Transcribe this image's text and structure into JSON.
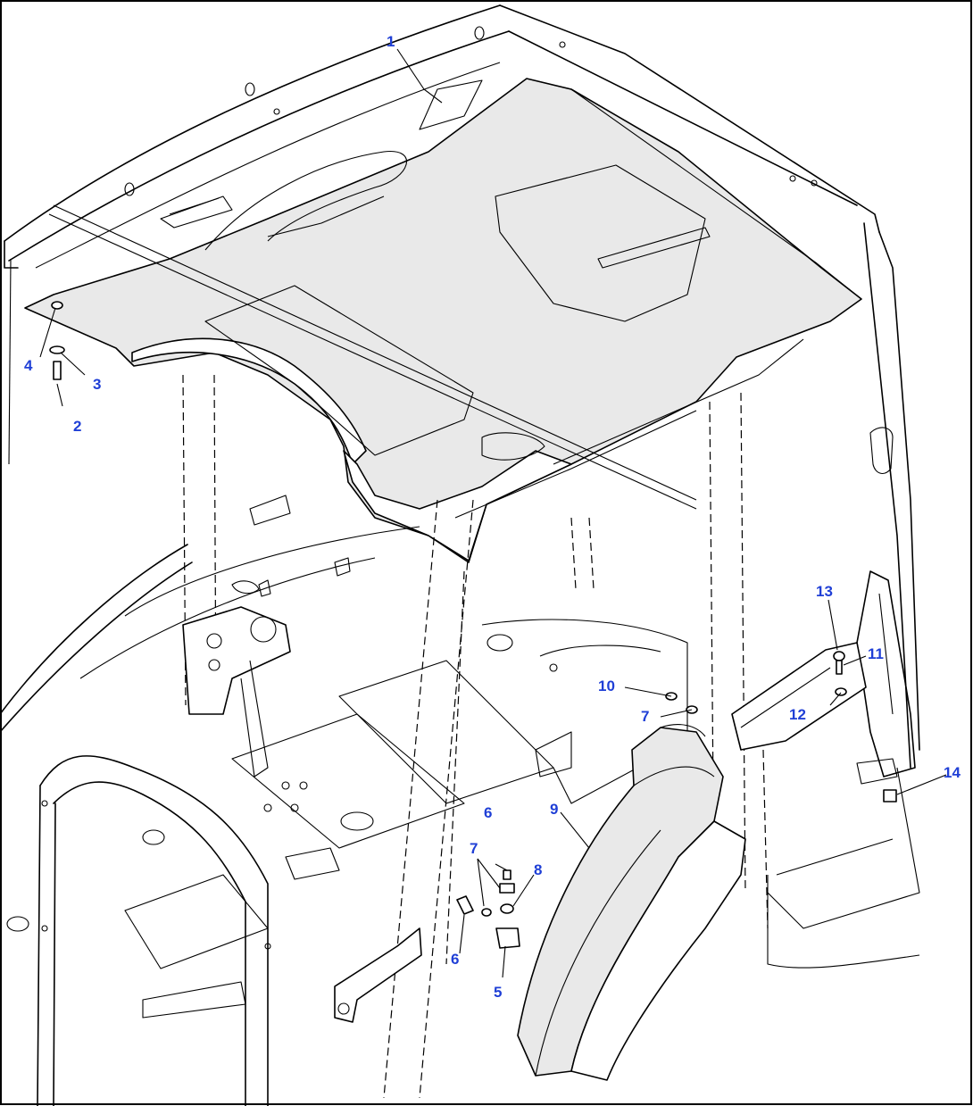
{
  "callouts": [
    {
      "id": "1",
      "label": "1"
    },
    {
      "id": "2",
      "label": "2"
    },
    {
      "id": "3",
      "label": "3"
    },
    {
      "id": "4",
      "label": "4"
    },
    {
      "id": "5",
      "label": "5"
    },
    {
      "id": "6a",
      "label": "6"
    },
    {
      "id": "6b",
      "label": "6"
    },
    {
      "id": "7a",
      "label": "7"
    },
    {
      "id": "7b",
      "label": "7"
    },
    {
      "id": "8",
      "label": "8"
    },
    {
      "id": "9",
      "label": "9"
    },
    {
      "id": "10",
      "label": "10"
    },
    {
      "id": "11",
      "label": "11"
    },
    {
      "id": "12",
      "label": "12"
    },
    {
      "id": "13",
      "label": "13"
    },
    {
      "id": "14",
      "label": "14"
    }
  ],
  "colors": {
    "callout": "#1f3fd6",
    "line": "#000000",
    "background": "#ffffff"
  }
}
